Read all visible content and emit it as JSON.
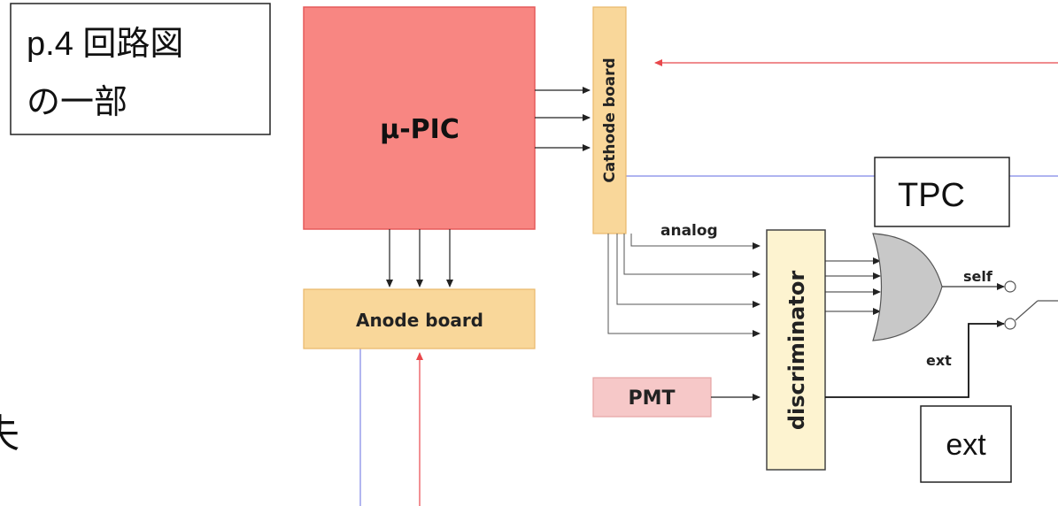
{
  "note": {
    "line1": "p.4 回路図",
    "line2": "の一部"
  },
  "left_edge_glyph": "失",
  "blocks": {
    "mupic": "μ-PIC",
    "cathode_board": "Cathode board",
    "anode_board": "Anode board",
    "pmt": "PMT",
    "discriminator": "discriminator"
  },
  "labels": {
    "analog": "analog",
    "self": "self",
    "ext_signal": "ext",
    "tpc": "TPC",
    "ext_box": "ext"
  },
  "colors": {
    "mupic_fill": "#f88682",
    "board_fill": "#f9d79a",
    "board_stroke": "#e8b86a",
    "pmt_fill": "#f6c8c8",
    "discriminator_fill": "#fdf3d0",
    "gate_fill": "#c8c8c8",
    "red_line": "#e8484c",
    "blue_line": "#7f86e6"
  }
}
